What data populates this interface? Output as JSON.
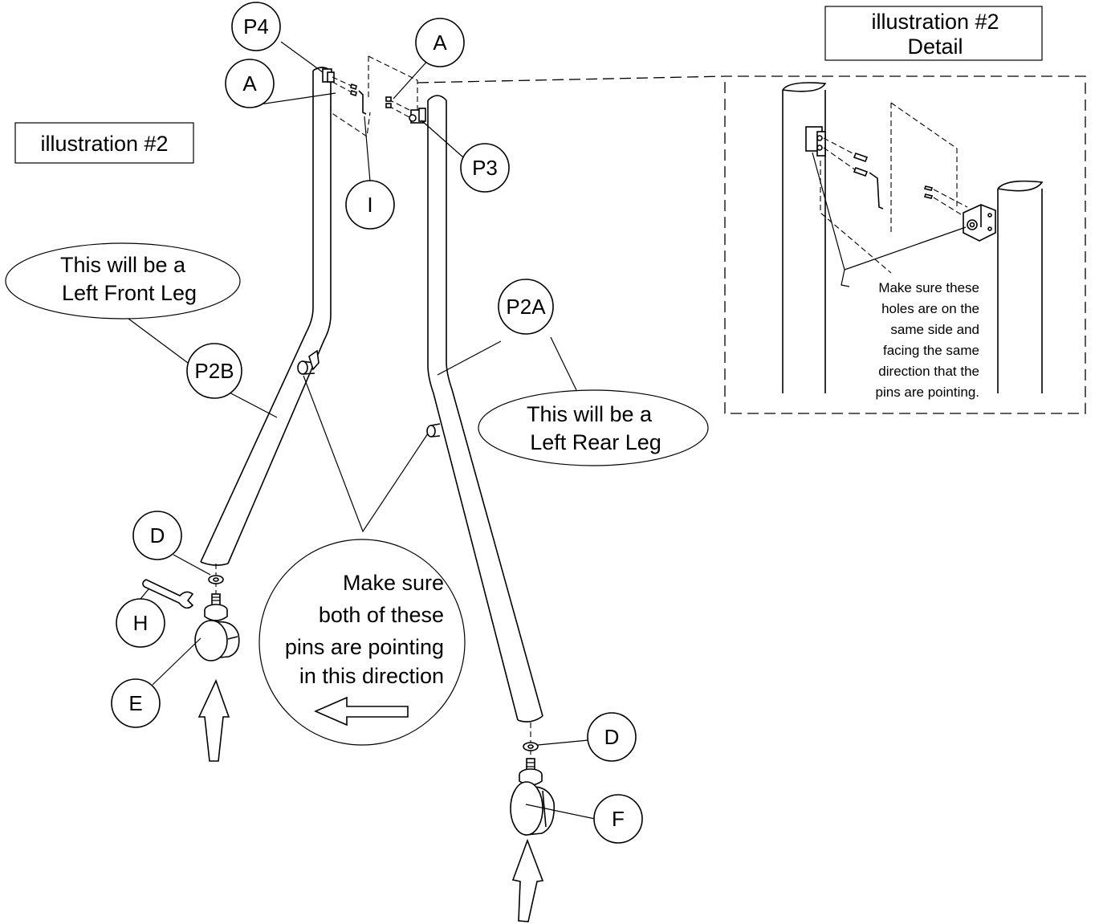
{
  "title_box": "illustration #2",
  "detail_title_lines": [
    "illustration #2",
    "Detail"
  ],
  "front_leg_note_lines": [
    "This will be a",
    "Left Front Leg"
  ],
  "rear_leg_note_lines": [
    "This will be a",
    "Left Rear Leg"
  ],
  "pins_note_lines": [
    "Make sure",
    "both of these",
    "pins are pointing",
    "in this direction"
  ],
  "detail_note_lines": [
    "Make sure these",
    "holes are on the",
    "same side and",
    "facing the same",
    "direction that the",
    "pins are pointing."
  ],
  "callouts": {
    "p4": "P4",
    "a_left": "A",
    "a_right": "A",
    "p3": "P3",
    "i": "I",
    "p2a": "P2A",
    "p2b": "P2B",
    "d_left": "D",
    "d_right": "D",
    "h": "H",
    "e": "E",
    "f": "F"
  }
}
